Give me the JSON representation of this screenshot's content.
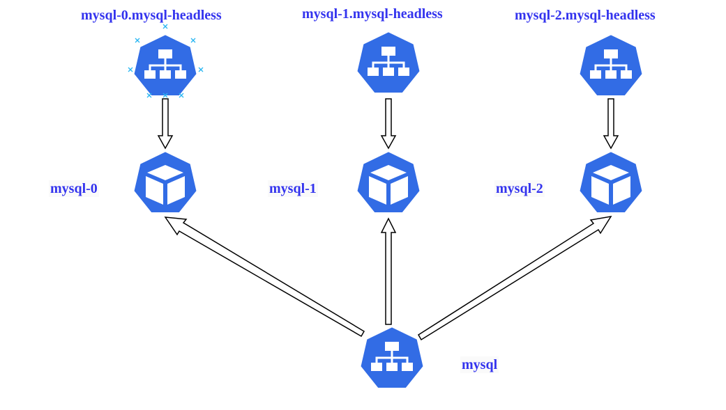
{
  "diagram": {
    "colors": {
      "icon_fill": "#326ce5",
      "icon_stroke": "#ffffff",
      "label": "#3333ee",
      "arrow_stroke": "#000000",
      "selection_marker": "#29b6f2"
    },
    "headless_services": [
      {
        "label": "mysql-0.mysql-headless",
        "icon": "service-network-icon",
        "selected": true
      },
      {
        "label": "mysql-1.mysql-headless",
        "icon": "service-network-icon",
        "selected": false
      },
      {
        "label": "mysql-2.mysql-headless",
        "icon": "service-network-icon",
        "selected": false
      }
    ],
    "pods": [
      {
        "label": "mysql-0",
        "icon": "pod-cube-icon"
      },
      {
        "label": "mysql-1",
        "icon": "pod-cube-icon"
      },
      {
        "label": "mysql-2",
        "icon": "pod-cube-icon"
      }
    ],
    "service": {
      "label": "mysql",
      "icon": "service-network-icon"
    }
  }
}
